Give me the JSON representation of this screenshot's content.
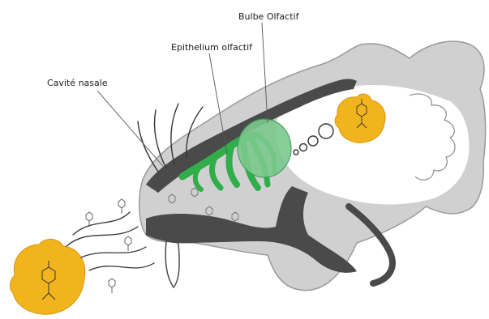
{
  "labels": {
    "bulb": "Bulbe Olfactif",
    "epithelium": "Epithelium olfactif",
    "nasal_cavity": "Cavité nasale"
  },
  "colors": {
    "skull": "#d0d0d0",
    "skull_outline": "#9a9a9a",
    "dark_bone": "#4a4a4a",
    "epithelium": "#2fae4a",
    "bulb": "#7cc98e",
    "lemon": "#f2b41c",
    "lemon_shadow": "#d9940f"
  },
  "icons": {
    "lemon_left": "lemon-icon",
    "lemon_brain": "lemon-icon",
    "thought_bubbles": "thought-bubble-icon",
    "odor_molecules": "molecule-icon",
    "whiskers": "whisker-icon"
  }
}
